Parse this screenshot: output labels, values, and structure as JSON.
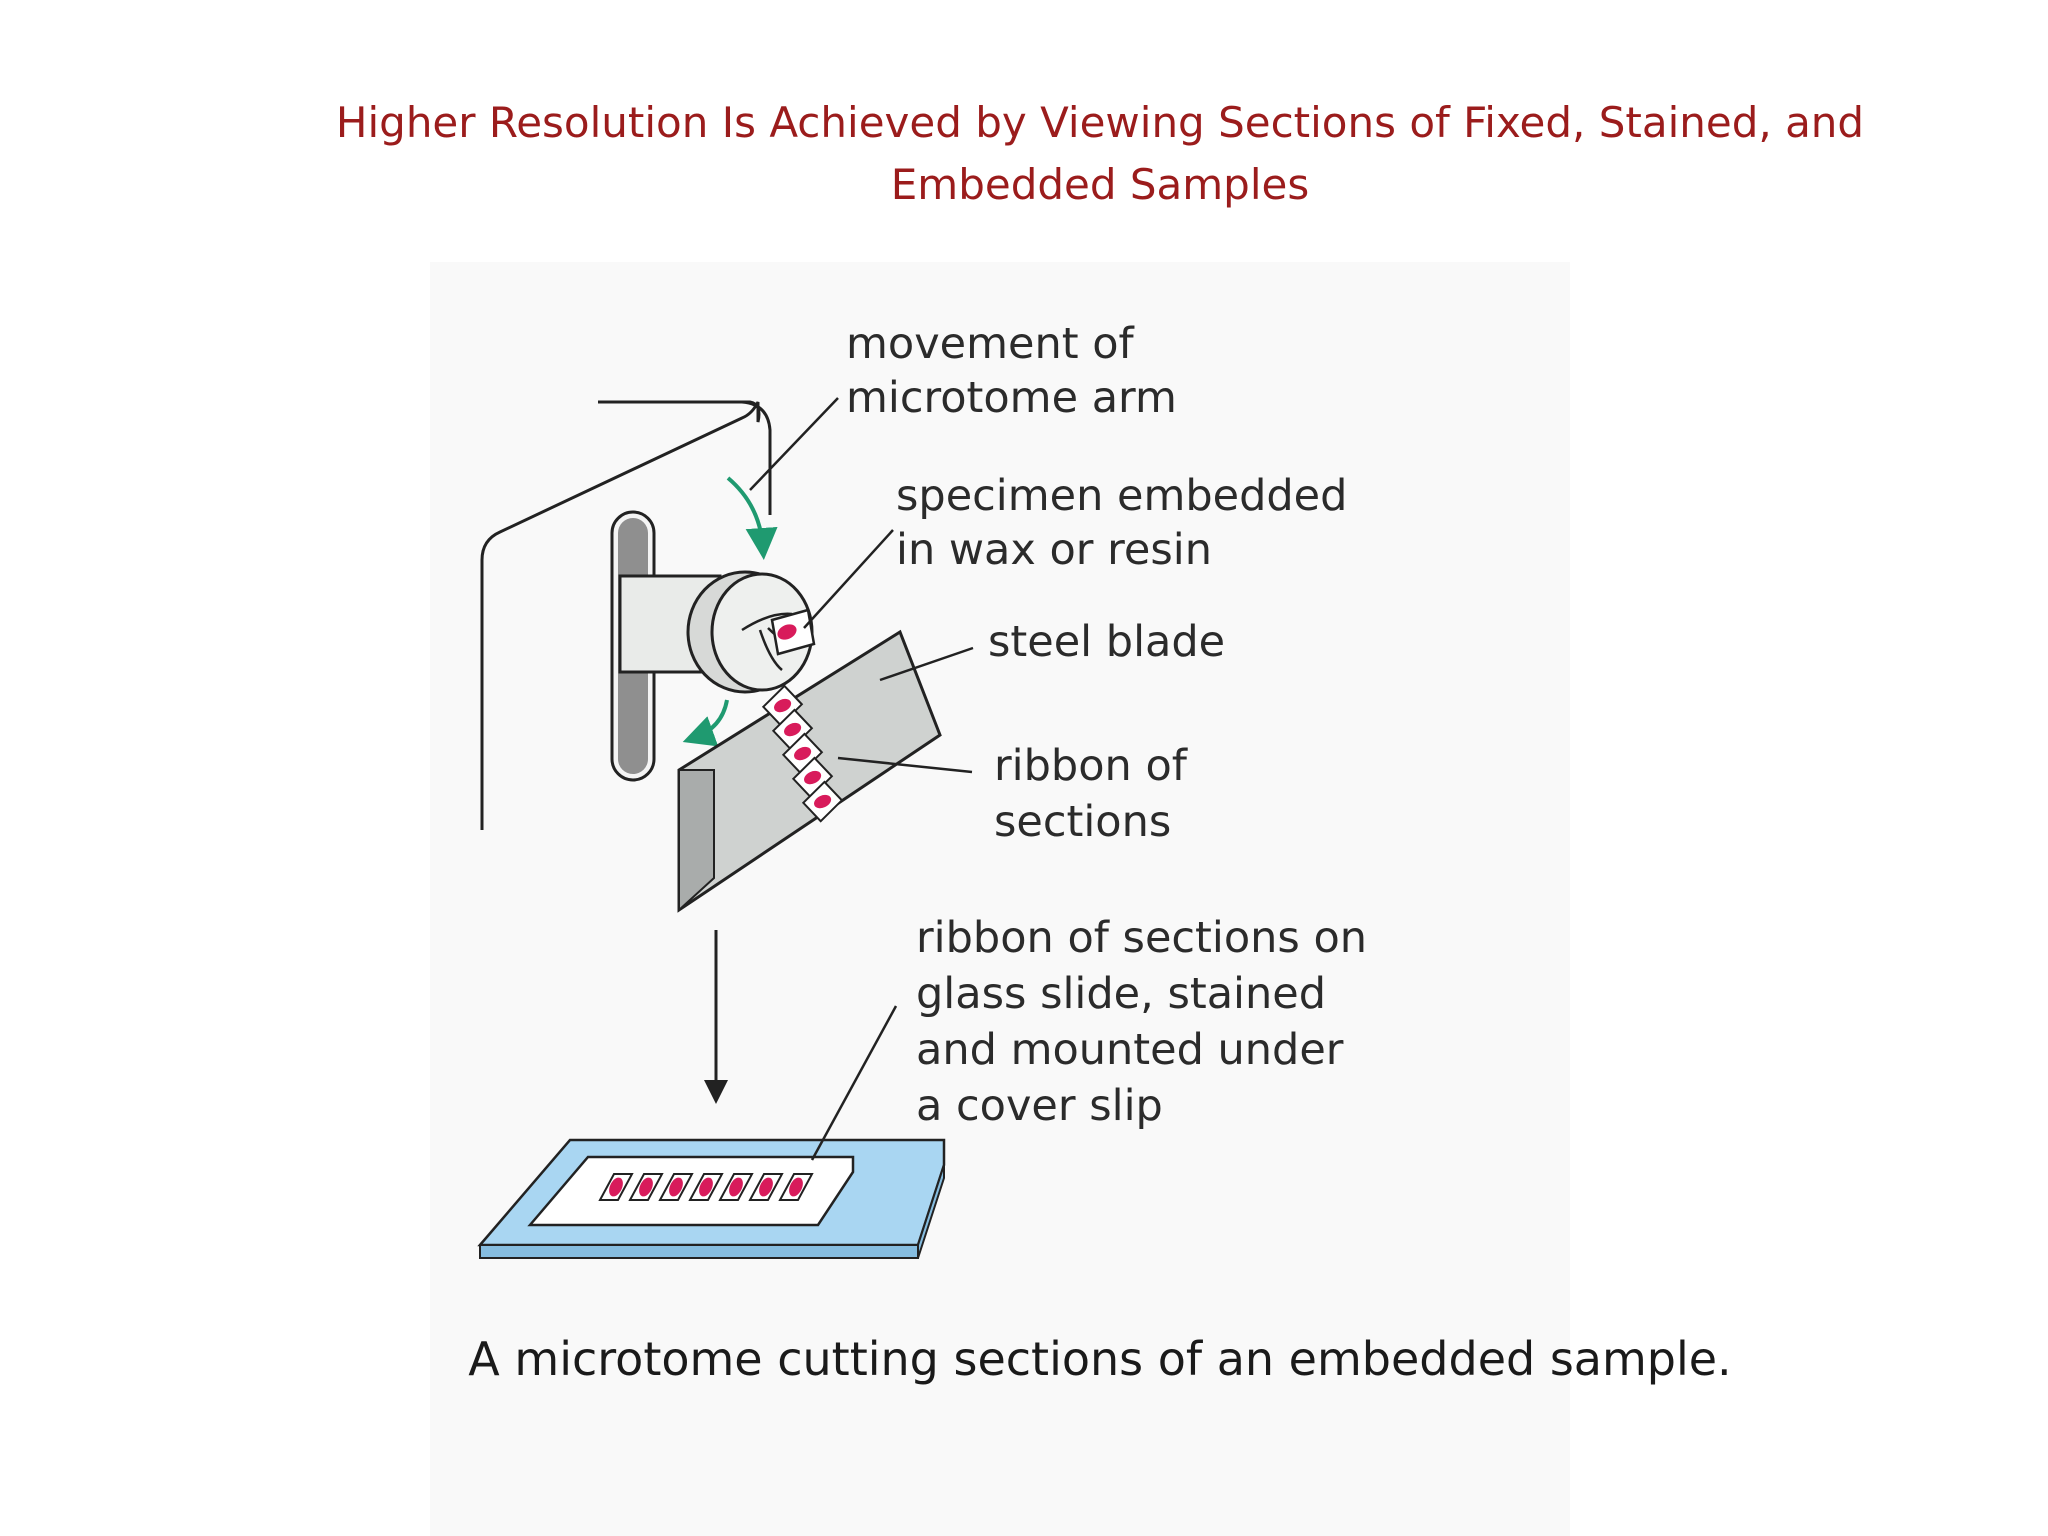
{
  "title": {
    "line1": "Higher Resolution Is Achieved by Viewing Sections of Fixed, Stained, and",
    "line2": "Embedded Samples"
  },
  "labels": {
    "arm": [
      "movement of",
      "microtome arm"
    ],
    "specimen": [
      "specimen embedded",
      "in wax or resin"
    ],
    "blade": [
      "steel blade"
    ],
    "ribbon": [
      "ribbon of",
      "sections"
    ],
    "slide": [
      "ribbon of sections on",
      "glass slide, stained",
      "and mounted under",
      "a cover slip"
    ]
  },
  "caption": "A microtome cutting sections of an embedded sample.",
  "colors": {
    "title": "#9b1c1c",
    "arrow_green": "#1f9a70",
    "section_pink": "#d81b5b",
    "slide_blue": "#a9d6f2",
    "blade_gray": "#cfd2d0"
  }
}
